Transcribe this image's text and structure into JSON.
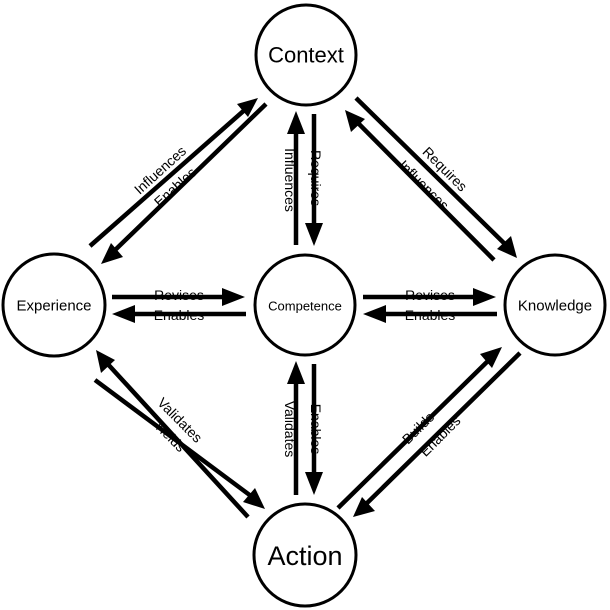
{
  "nodes": {
    "context": "Context",
    "experience": "Experience",
    "competence": "Competence",
    "knowledge": "Knowledge",
    "action": "Action"
  },
  "edges": {
    "context_experience": {
      "upper": "Influences",
      "lower": "Enables"
    },
    "context_competence": {
      "left": "Influences",
      "right": "Requires"
    },
    "context_knowledge": {
      "upper": "Requires",
      "lower": "Influences"
    },
    "experience_competence": {
      "upper": "Revises",
      "lower": "Enables"
    },
    "competence_knowledge": {
      "upper": "Revises",
      "lower": "Enables"
    },
    "experience_action": {
      "upper": "Validates",
      "lower": "Yields"
    },
    "competence_action": {
      "left": "Validates",
      "right": "Enables"
    },
    "action_knowledge": {
      "upper": "Builds",
      "lower": "Enables"
    }
  }
}
